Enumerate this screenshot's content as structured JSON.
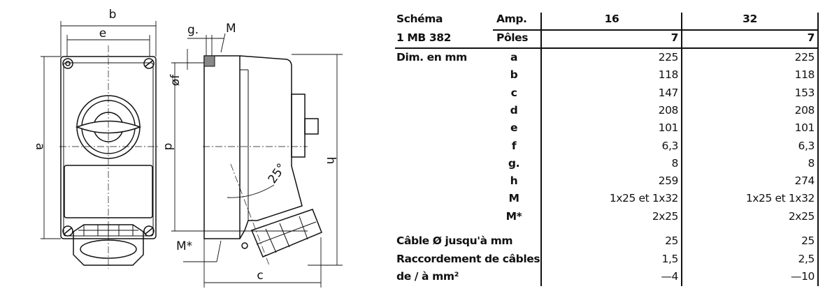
{
  "drawing": {
    "labels": {
      "b": "b",
      "e": "e",
      "a": "a",
      "d": "d",
      "h": "h",
      "g": "g.",
      "M": "M",
      "f": "øf",
      "Mstar": "M*",
      "c": "c",
      "angle": "25°"
    }
  },
  "table": {
    "schema_label": "Schéma",
    "schema_value": "1 MB 382",
    "amp_label": "Amp.",
    "poles_label": "Pôles",
    "columns": [
      {
        "amp": "16",
        "poles": "7"
      },
      {
        "amp": "32",
        "poles": "7"
      }
    ],
    "dim_label": "Dim. en mm",
    "rows": [
      {
        "key": "a",
        "v16": "225",
        "v32": "225"
      },
      {
        "key": "b",
        "v16": "118",
        "v32": "118"
      },
      {
        "key": "c",
        "v16": "147",
        "v32": "153"
      },
      {
        "key": "d",
        "v16": "208",
        "v32": "208"
      },
      {
        "key": "e",
        "v16": "101",
        "v32": "101"
      },
      {
        "key": "f",
        "v16": "6,3",
        "v32": "6,3"
      },
      {
        "key": "g.",
        "v16": "8",
        "v32": "8"
      },
      {
        "key": "h",
        "v16": "259",
        "v32": "274"
      },
      {
        "key": "M",
        "v16": "1x25 et 1x32",
        "v32": "1x25 et 1x32"
      },
      {
        "key": "M*",
        "v16": "2x25",
        "v32": "2x25"
      }
    ],
    "extra_rows": [
      {
        "label": "Câble Ø jusqu'à mm",
        "v16": "25",
        "v32": "25"
      },
      {
        "label": "Raccordement de câbles",
        "v16": "1,5",
        "v32": "2,5"
      },
      {
        "label": "de / à mm²",
        "v16": "—4",
        "v32": "—10"
      }
    ]
  }
}
